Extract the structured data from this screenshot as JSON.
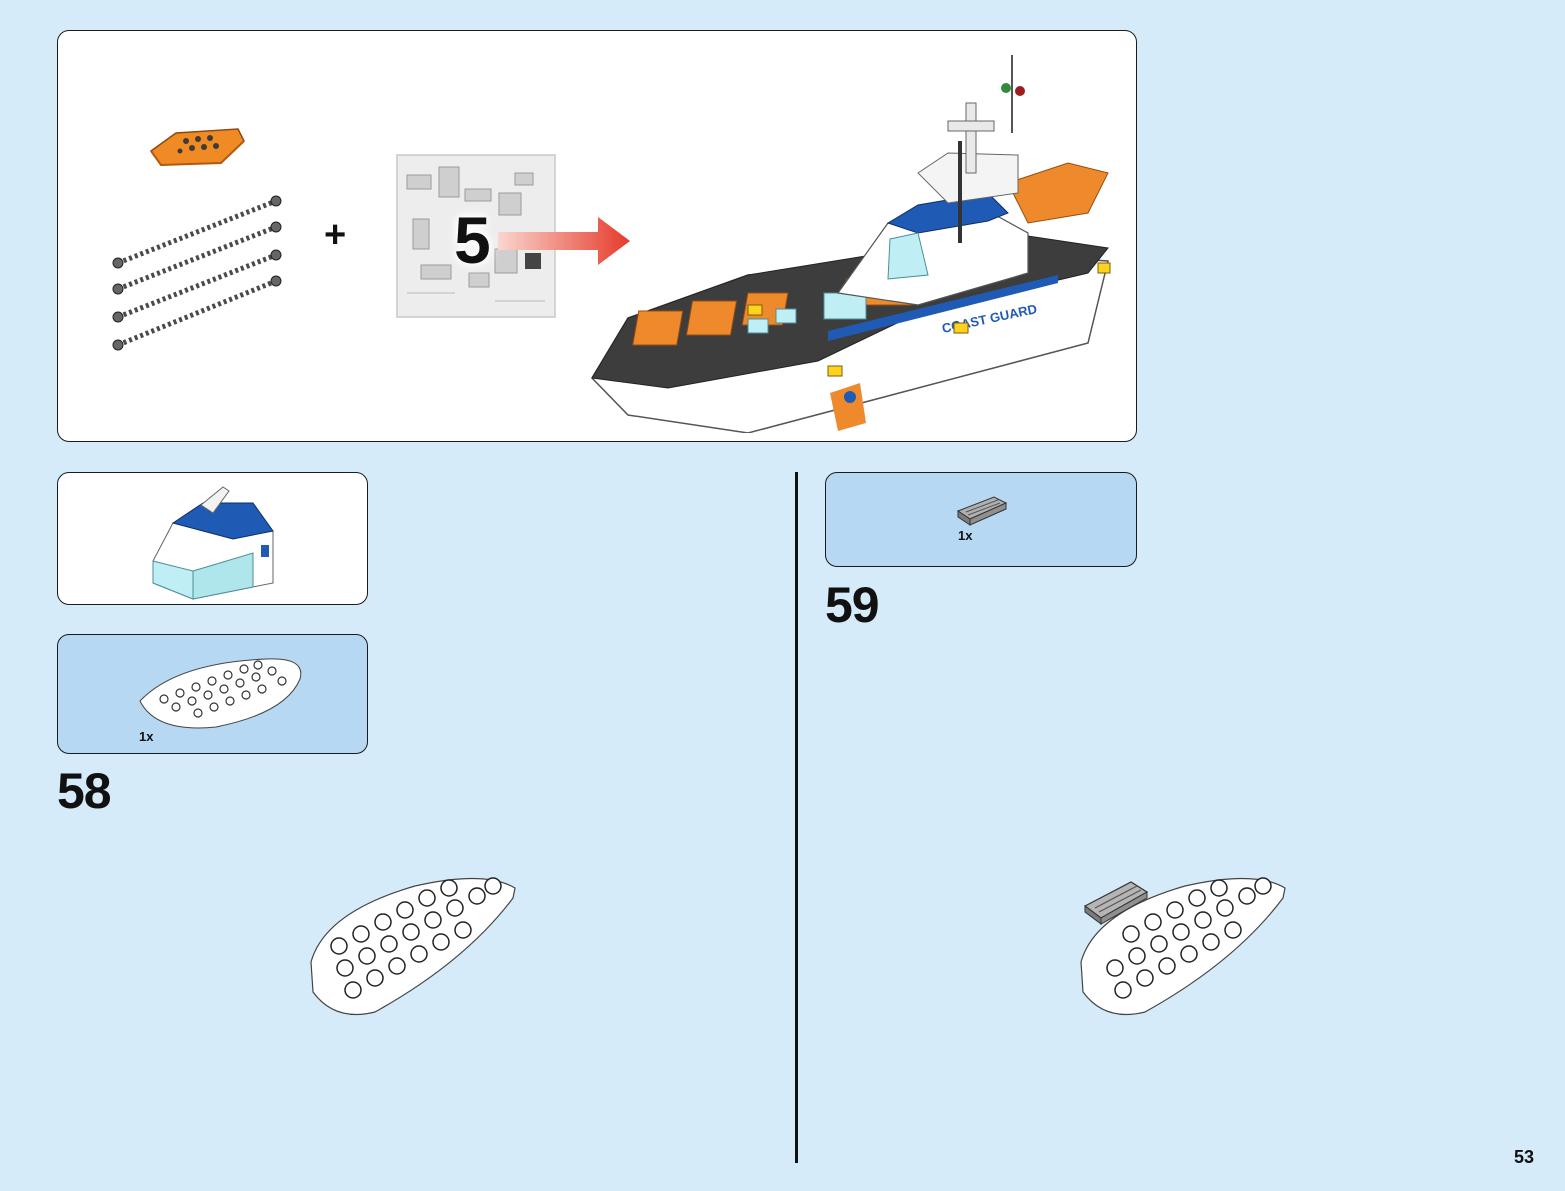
{
  "page": {
    "number": "53",
    "background_color": "#d6ebf9",
    "callout_color": "#b7d8f3"
  },
  "header_panel": {
    "plus_symbol": "+",
    "bag_number": "5",
    "arrow_color": "#e63a2a",
    "items": [
      "orange-life-raft",
      "chain-pieces",
      "parts-bag",
      "coast-guard-ship"
    ],
    "ship_hull_text": "COAST GUARD"
  },
  "steps": [
    {
      "number": "58",
      "parts": [
        {
          "quantity": "1x",
          "part": "white-half-round-plate"
        }
      ],
      "submodel": "bridge-cabin"
    },
    {
      "number": "59",
      "parts": [
        {
          "quantity": "1x",
          "part": "dark-grey-grille-tile"
        }
      ]
    }
  ]
}
